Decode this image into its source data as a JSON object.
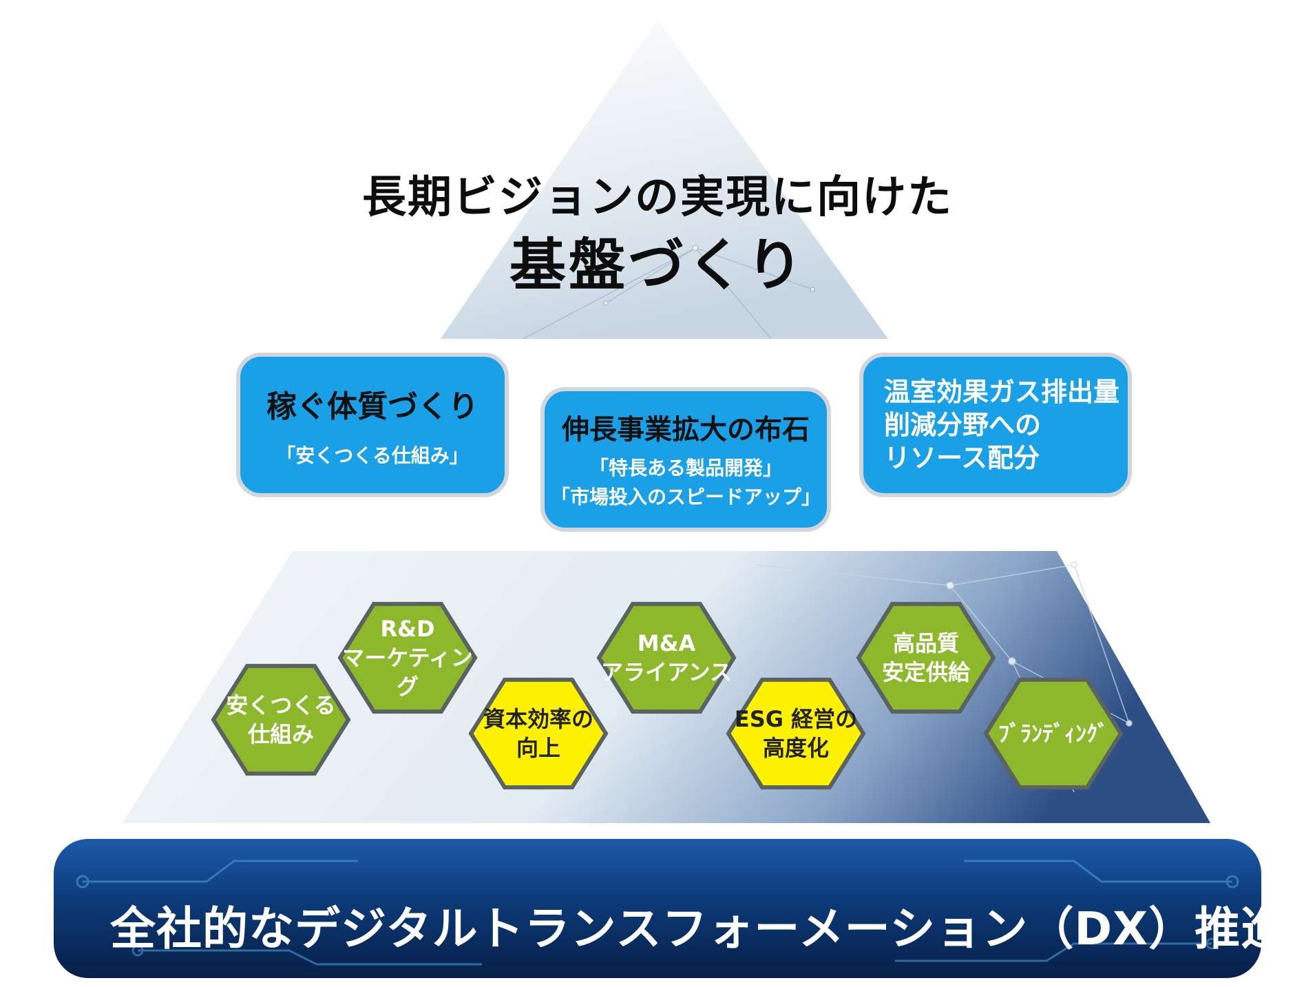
{
  "title": {
    "line1": "長期ビジョンの実現に向けた",
    "line2": "基盤づくり"
  },
  "pillars": [
    {
      "title": "稼ぐ体質づくり",
      "subtitle": "「安くつくる仕組み」"
    },
    {
      "title": "伸長事業拡大の布石",
      "sub_lines": [
        "「特長ある製品開発」",
        "「市場投入のスピードアップ」"
      ]
    },
    {
      "title_lines": [
        "温室効果ガス排出量",
        "削減分野への",
        "リソース配分"
      ]
    }
  ],
  "hexagons": [
    {
      "label_lines": [
        "安くつくる",
        "仕組み"
      ],
      "color": "green"
    },
    {
      "label_lines": [
        "R&D",
        "マーケティング"
      ],
      "color": "green"
    },
    {
      "label_lines": [
        "資本効率の",
        "向上"
      ],
      "color": "yellow"
    },
    {
      "label_lines": [
        "M&A",
        "アライアンス"
      ],
      "color": "green"
    },
    {
      "label_lines": [
        "ESG 経営の",
        "高度化"
      ],
      "color": "yellow"
    },
    {
      "label_lines": [
        "高品質",
        "安定供給"
      ],
      "color": "green"
    },
    {
      "label_lines": [
        "ﾌﾞﾗﾝﾃﾞｨﾝｸﾞ"
      ],
      "color": "green"
    }
  ],
  "bottom_bar": {
    "label": "全社的なデジタルトランスフォーメーション（DX）推進"
  },
  "colors": {
    "pillar_blue": "#1aa0e6",
    "hex_green": "#8db82c",
    "hex_yellow": "#fff200",
    "hex_border": "#5a6360",
    "dx_bar": "#0c3a78"
  }
}
